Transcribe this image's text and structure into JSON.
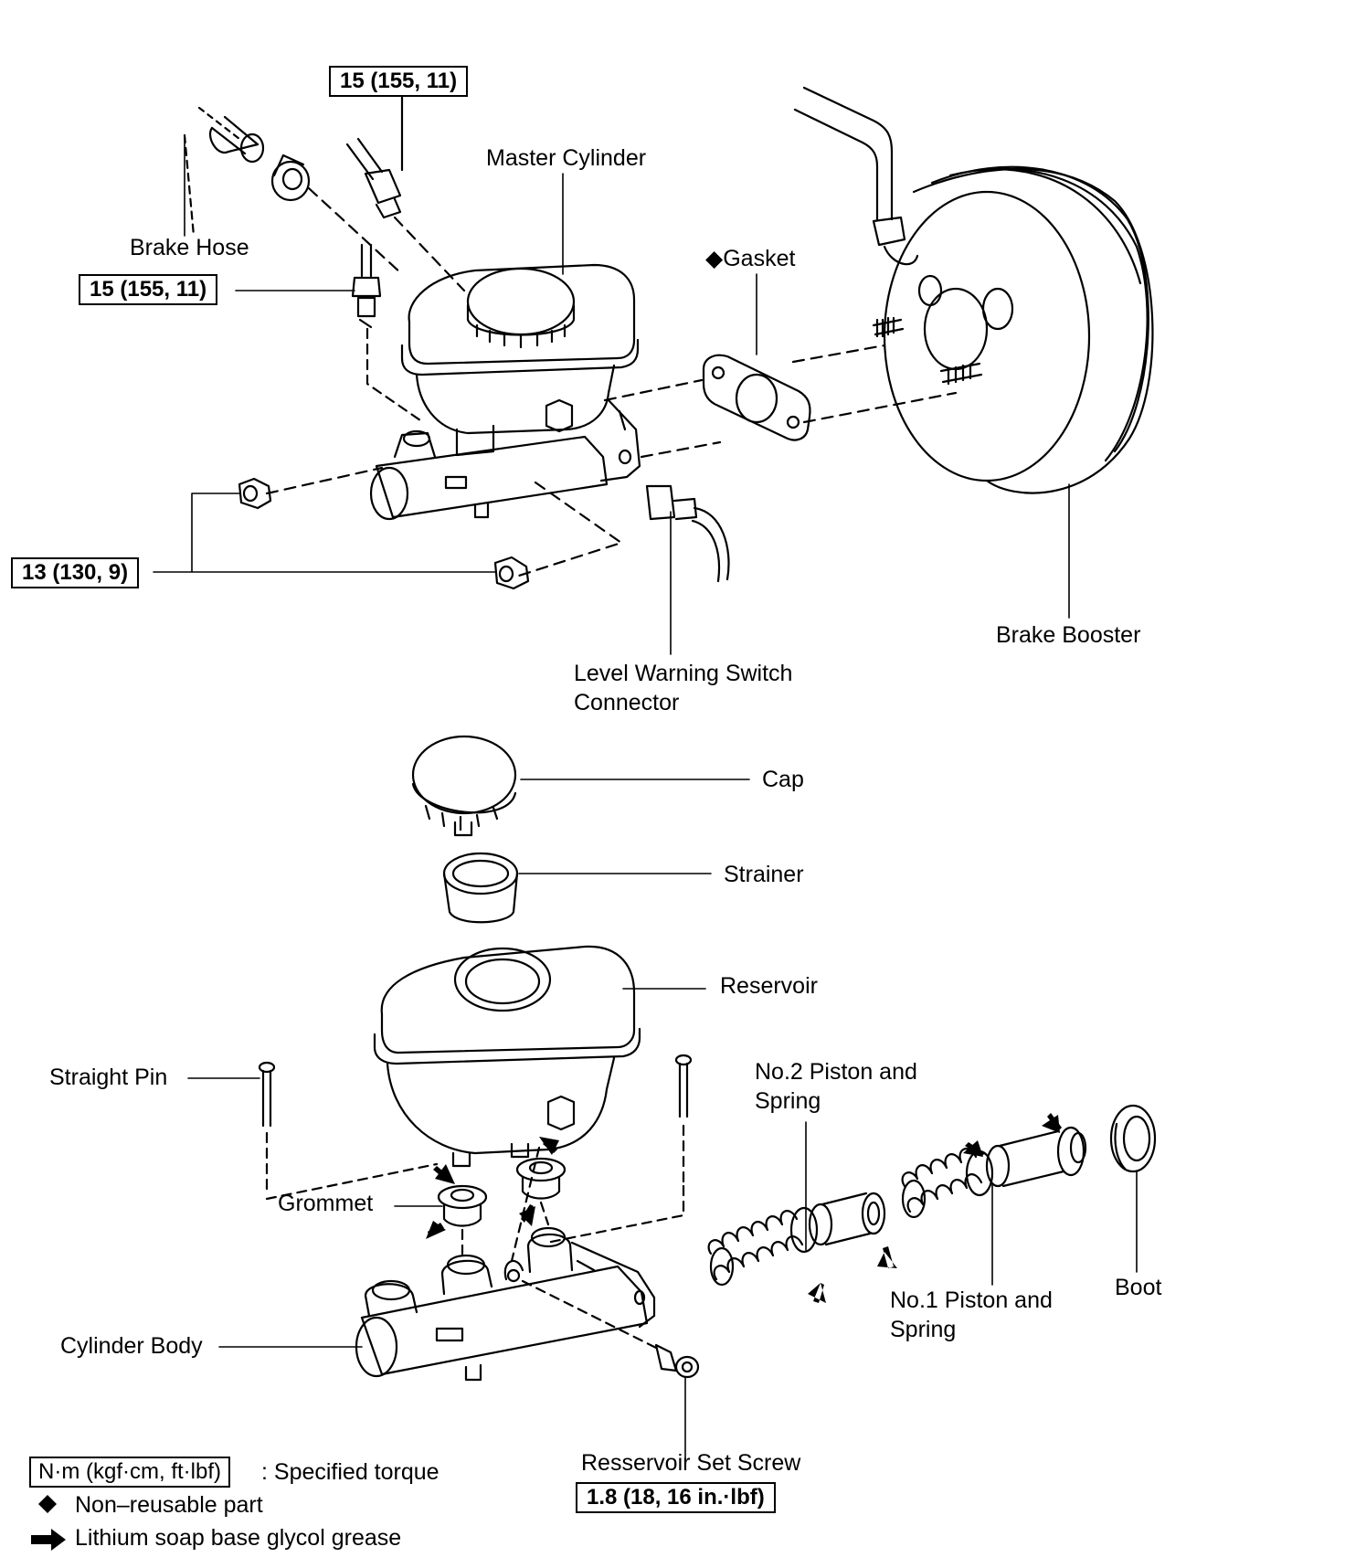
{
  "labels": {
    "master_cylinder": "Master Cylinder",
    "brake_hose": "Brake Hose",
    "gasket": "◆Gasket",
    "brake_booster": "Brake Booster",
    "level_warning_line1": "Level Warning Switch",
    "level_warning_line2": "Connector",
    "cap": "Cap",
    "strainer": "Strainer",
    "reservoir": "Reservoir",
    "straight_pin": "Straight Pin",
    "no2_piston_line1": "No.2 Piston and",
    "no2_piston_line2": "Spring",
    "grommet": "Grommet",
    "no1_piston_line1": "No.1 Piston and",
    "no1_piston_line2": "Spring",
    "boot": "Boot",
    "cylinder_body": "Cylinder Body",
    "reservoir_set_screw": "Resservoir Set Screw"
  },
  "torques": {
    "tube_nut_top": "15 (155, 11)",
    "tube_nut_left": "15 (155, 11)",
    "mount_nut": "13 (130, 9)",
    "set_screw": "1.8 (18, 16 in.·lbf)"
  },
  "legend": {
    "torque_box": "N·m (kgf·cm, ft·lbf)",
    "torque_text": ": Specified torque",
    "nonreusable_symbol": "◆",
    "nonreusable_text": "Non–reusable part",
    "grease_text": "Lithium soap base glycol grease"
  }
}
